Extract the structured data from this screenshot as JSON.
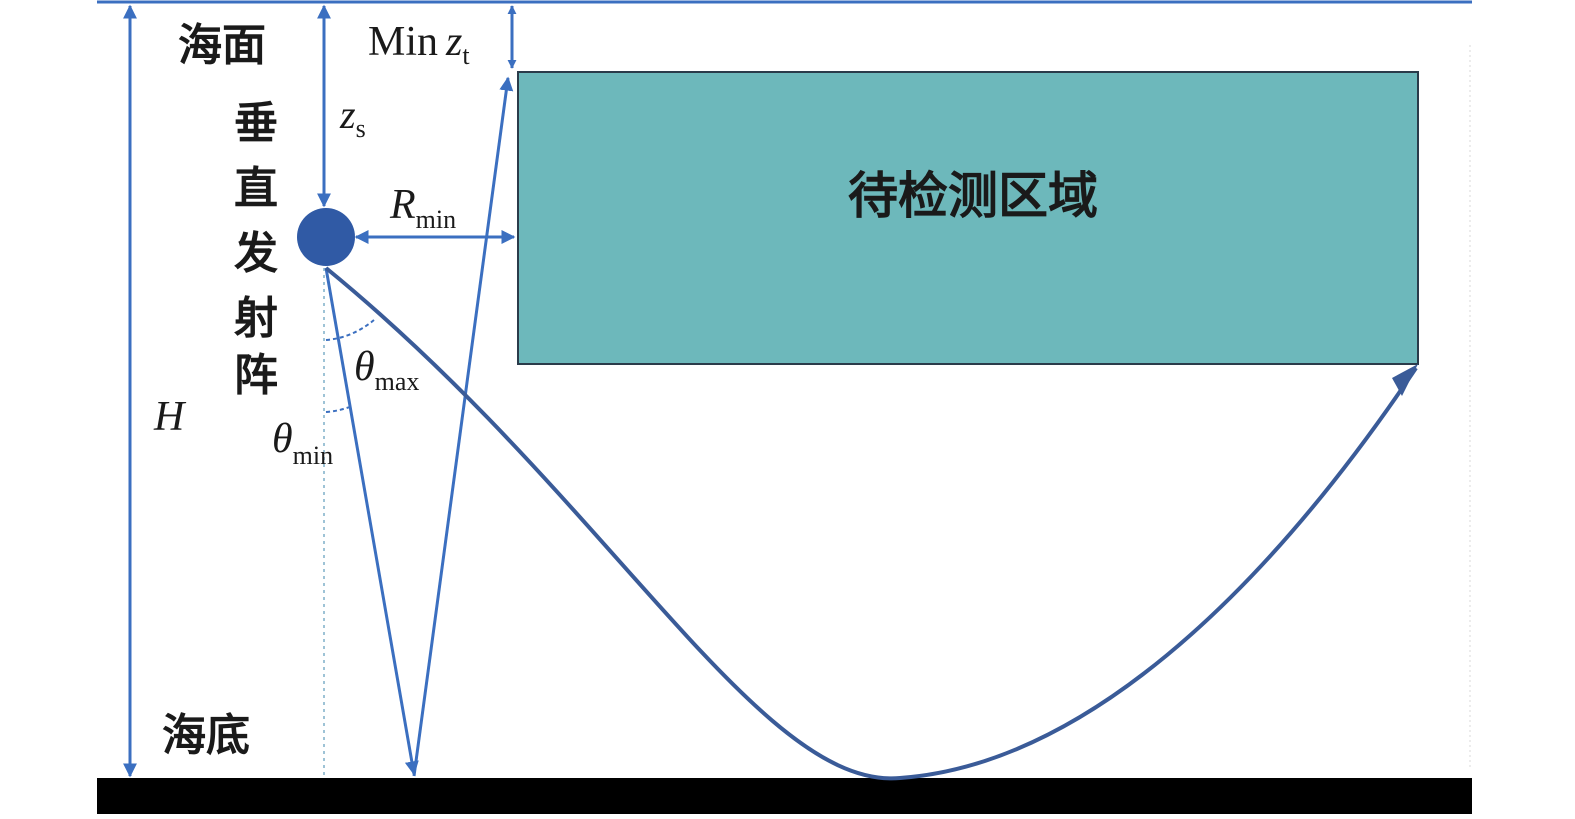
{
  "labels": {
    "sea_surface": "海面",
    "seabed": "海底",
    "array_chars": [
      "垂",
      "直",
      "发",
      "射",
      "阵"
    ],
    "region": "待检测区域",
    "depth_total": "H",
    "source_depth_sym": "z",
    "source_depth_sub": "s",
    "min_target_prefix": "Min",
    "min_target_sym": "z",
    "min_target_sub": "t",
    "range_sym": "R",
    "range_sub": "min",
    "theta_max_sym": "θ",
    "theta_max_sub": "max",
    "theta_min_sym": "θ",
    "theta_min_sub": "min"
  },
  "colors": {
    "arrow_blue": "#3b6fc0",
    "ray_blue": "#3a5b98",
    "region_fill": "#6db8bb",
    "source_fill": "#305aa5",
    "seabed_fill": "#000000",
    "text": "#1a1a1a"
  }
}
